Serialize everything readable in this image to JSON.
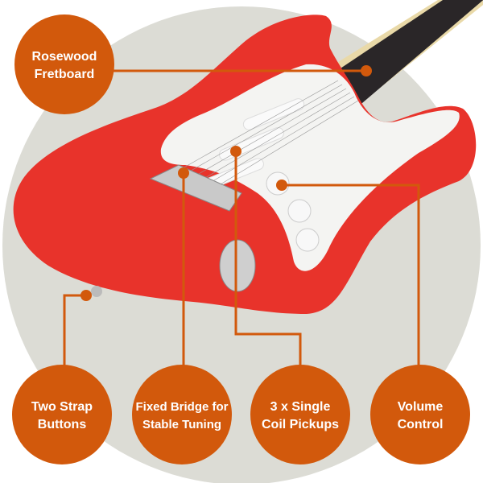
{
  "colors": {
    "accent": "#d2590c",
    "background_circle": "#dcdcd5",
    "guitar_body": "#e8332b",
    "pickguard": "#f4f4f2",
    "fretboard": "#2a2628"
  },
  "callouts": [
    {
      "id": "fretboard",
      "line1": "Rosewood",
      "line2": "Fretboard"
    },
    {
      "id": "strap",
      "line1": "Two Strap",
      "line2": "Buttons"
    },
    {
      "id": "bridge",
      "line1": "Fixed Bridge for",
      "line2": "Stable Tuning"
    },
    {
      "id": "pickups",
      "line1": "3 x Single",
      "line2": "Coil Pickups"
    },
    {
      "id": "volume",
      "line1": "Volume",
      "line2": "Control"
    }
  ]
}
